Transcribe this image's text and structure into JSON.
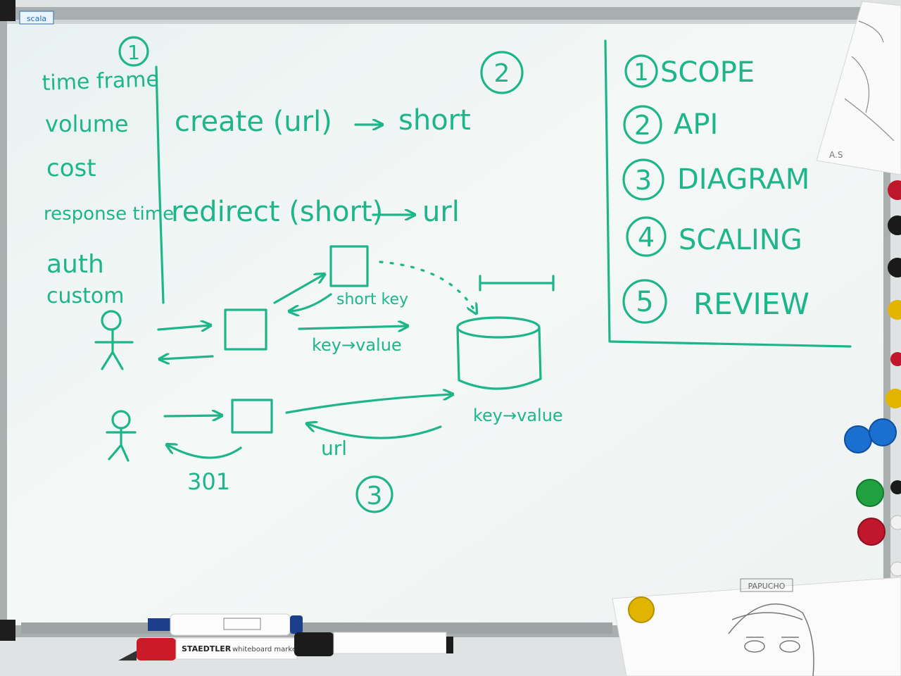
{
  "colors": {
    "marker_ink": "#1fb58a",
    "board": "#f3f7f6",
    "frame": "#b8bdbd",
    "wall": "#dfe3e3"
  },
  "frame_label": "scala",
  "section_numbers": {
    "one": "1",
    "two": "2",
    "three": "3"
  },
  "scope_list": [
    "time frame",
    "volume",
    "cost",
    "response time",
    "auth",
    "custom"
  ],
  "api": {
    "create_call": "create (url)",
    "create_result": "short",
    "redirect_call": "redirect (short)",
    "redirect_result": "url"
  },
  "diagram": {
    "short_key_label": "short key",
    "write_label": "key→value",
    "store_label": "key→value",
    "read_label": "url",
    "status_label": "301"
  },
  "agenda": {
    "items": [
      {
        "number": "1",
        "label": "SCOPE"
      },
      {
        "number": "2",
        "label": "API"
      },
      {
        "number": "3",
        "label": "DIAGRAM"
      },
      {
        "number": "4",
        "label": "SCALING"
      },
      {
        "number": "5",
        "label": "REVIEW"
      }
    ]
  },
  "markers": {
    "top_marker_text": "",
    "bottom_marker_brand": "STAEDTLER",
    "bottom_marker_text": "whiteboard marker"
  },
  "magnets": [
    {
      "color": "#c0172d"
    },
    {
      "color": "#1a1a1a"
    },
    {
      "color": "#1a1a1a"
    },
    {
      "color": "#e1b400"
    },
    {
      "color": "#c0172d"
    },
    {
      "color": "#e1b400"
    },
    {
      "color": "#1a6fd0"
    },
    {
      "color": "#1a6fd0"
    },
    {
      "color": "#20a040"
    },
    {
      "color": "#c0172d"
    },
    {
      "color": "#f2f2f2"
    },
    {
      "color": "#e1b400"
    }
  ],
  "papers": {
    "bottom_right_label": "PAPUCHO",
    "top_right_label": "A.S"
  }
}
